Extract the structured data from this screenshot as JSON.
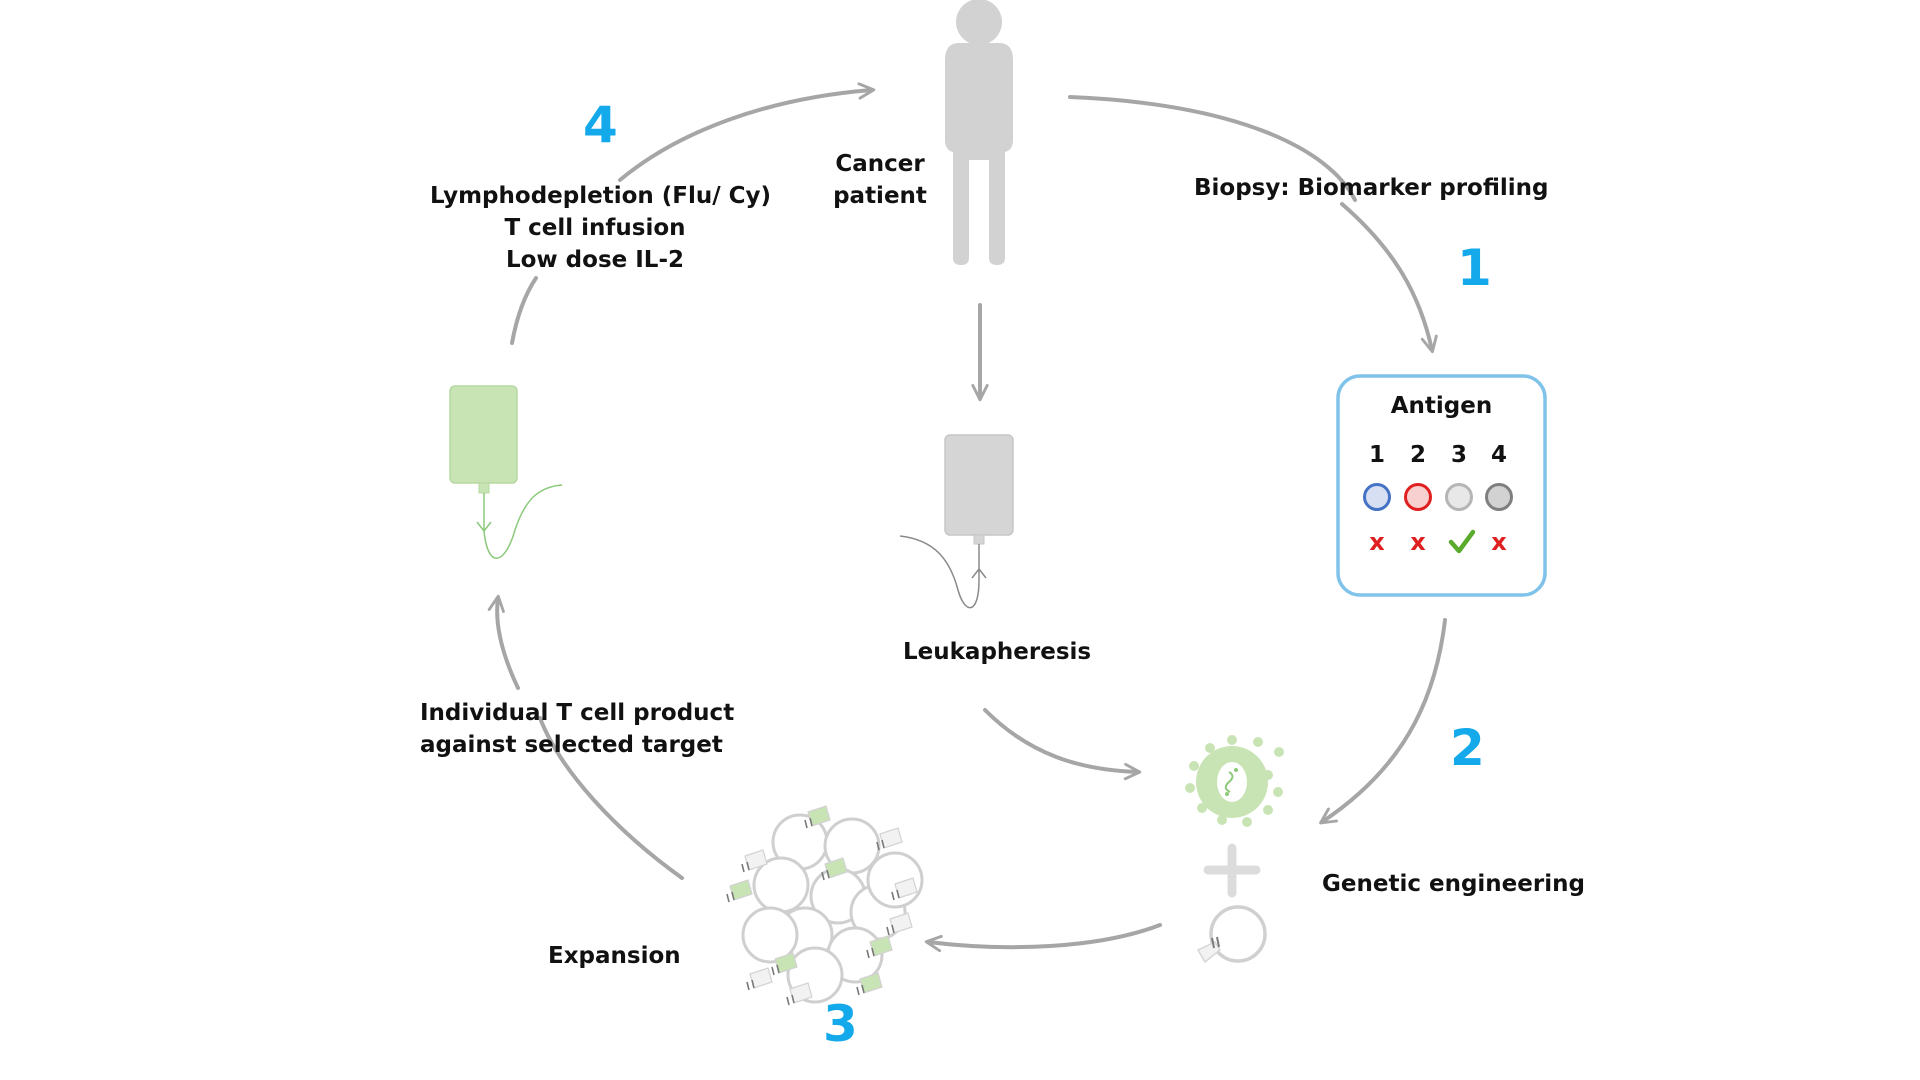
{
  "colors": {
    "arrow": "#a6a6a6",
    "step_number": "#13a9ea",
    "green": "#c9e4b4",
    "green_line": "#8cc97a",
    "antigen_box_border": "#7fc3ea",
    "cross": "#e02020",
    "check": "#5aaa2d"
  },
  "steps": {
    "s1": "1",
    "s2": "2",
    "s3": "3",
    "s4": "4"
  },
  "labels": {
    "cancer_patient": [
      "Cancer",
      "patient"
    ],
    "biopsy": "Biopsy: Biomarker profiling",
    "leukapheresis": "Leukapheresis",
    "genetic_engineering": "Genetic engineering",
    "expansion": "Expansion",
    "product": [
      "Individual T cell product",
      "against selected target"
    ],
    "infusion": [
      "Lymphodepletion (Flu/ Cy)",
      "T cell infusion",
      "Low dose IL-2"
    ]
  },
  "antigen_box": {
    "title": "Antigen",
    "antigens": [
      {
        "number": "1",
        "fill": "#d6e0f2",
        "stroke": "#4472c4",
        "mark": "x"
      },
      {
        "number": "2",
        "fill": "#f9d0d0",
        "stroke": "#e02020",
        "mark": "x"
      },
      {
        "number": "3",
        "fill": "#e8e8e8",
        "stroke": "#b5b5b5",
        "mark": "check"
      },
      {
        "number": "4",
        "fill": "#d2d2d2",
        "stroke": "#7f7f7f",
        "mark": "x"
      }
    ]
  }
}
